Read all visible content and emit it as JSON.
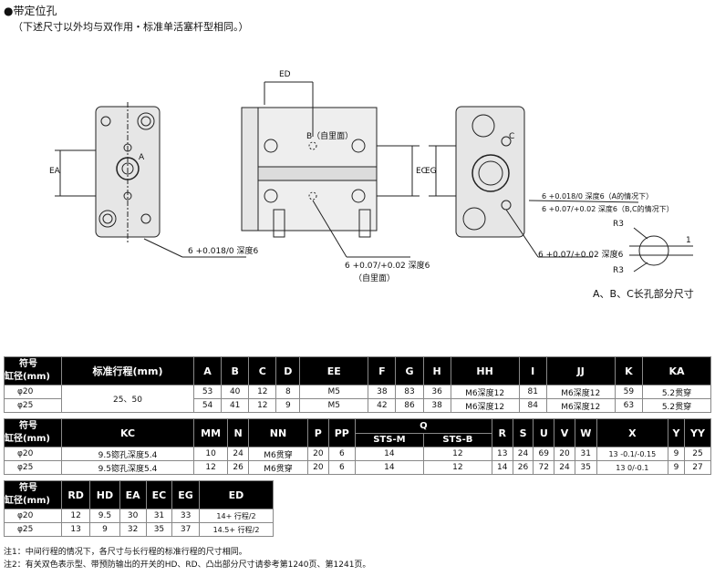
{
  "heading": {
    "title": "●带定位孔",
    "subtitle": "（下述尺寸以外均与双作用・标准单活塞杆型相同。）"
  },
  "drawing_labels": {
    "ed": "ED",
    "ea": "EA",
    "a": "A",
    "ec": "EC",
    "eg": "EG",
    "b_back": "B（自里面）",
    "c": "C",
    "hole_front": "6 +0.018/0 深度6",
    "hole_side": "6 +0.07/+0.02 深度6",
    "hole_side_back": "（自里面）",
    "hole_end": "6 +0.07/+0.02 深度6",
    "hole_a_note": "6 +0.018/0 深度6（A的情况下）",
    "hole_bc_note": "6 +0.07/+0.02 深度6（B,C的情况下）",
    "r3_top": "R3",
    "r3_bottom": "R3",
    "one": "1",
    "slot_caption": "A、B、C长孔部分尺寸"
  },
  "table1": {
    "symbol": "符号",
    "bore": "缸径(mm)",
    "stroke_header": "标准行程(mm)",
    "headers": [
      "A",
      "B",
      "C",
      "D",
      "EE",
      "F",
      "G",
      "H",
      "HH",
      "I",
      "JJ",
      "K",
      "KA"
    ],
    "rows": [
      {
        "bore": "φ20",
        "stroke": "25、50",
        "cells": [
          "53",
          "40",
          "12",
          "8",
          "M5",
          "38",
          "83",
          "36",
          "M6深度12",
          "81",
          "M6深度12",
          "59",
          "5.2贯穿"
        ]
      },
      {
        "bore": "φ25",
        "stroke": "",
        "cells": [
          "54",
          "41",
          "12",
          "9",
          "M5",
          "42",
          "86",
          "38",
          "M6深度12",
          "84",
          "M6深度12",
          "63",
          "5.2贯穿"
        ]
      }
    ]
  },
  "table2": {
    "symbol": "符号",
    "bore": "缸径(mm)",
    "headers": [
      "KC",
      "MM",
      "N",
      "NN",
      "P",
      "PP",
      "R",
      "S",
      "U",
      "V",
      "W",
      "X",
      "Y",
      "YY"
    ],
    "q_header": "Q",
    "q_sub": [
      "STS-M",
      "STS-B"
    ],
    "rows": [
      {
        "bore": "φ20",
        "cells": [
          "9.5锪孔深度5.4",
          "10",
          "24",
          "M6贯穿",
          "20",
          "6",
          "14",
          "12",
          "13",
          "24",
          "69",
          "20",
          "31",
          "13 -0.1/-0.15",
          "9",
          "25"
        ]
      },
      {
        "bore": "φ25",
        "cells": [
          "9.5锪孔深度5.4",
          "12",
          "26",
          "M6贯穿",
          "20",
          "6",
          "14",
          "12",
          "14",
          "26",
          "72",
          "24",
          "35",
          "13 0/-0.1",
          "9",
          "27"
        ]
      }
    ]
  },
  "table3": {
    "symbol": "符号",
    "bore": "缸径(mm)",
    "headers": [
      "RD",
      "HD",
      "EA",
      "EC",
      "EG",
      "ED"
    ],
    "rows": [
      {
        "bore": "φ20",
        "cells": [
          "12",
          "9.5",
          "30",
          "31",
          "33",
          "14+ 行程/2"
        ]
      },
      {
        "bore": "φ25",
        "cells": [
          "13",
          "9",
          "32",
          "35",
          "37",
          "14.5+ 行程/2"
        ]
      }
    ]
  },
  "notes": [
    "注1：中间行程的情况下，各尺寸与长行程的标准行程的尺寸相同。",
    "注2：有关双色表示型、带预防输出的开关的HD、RD、凸出部分尺寸请参考第1240页、第1241页。"
  ]
}
